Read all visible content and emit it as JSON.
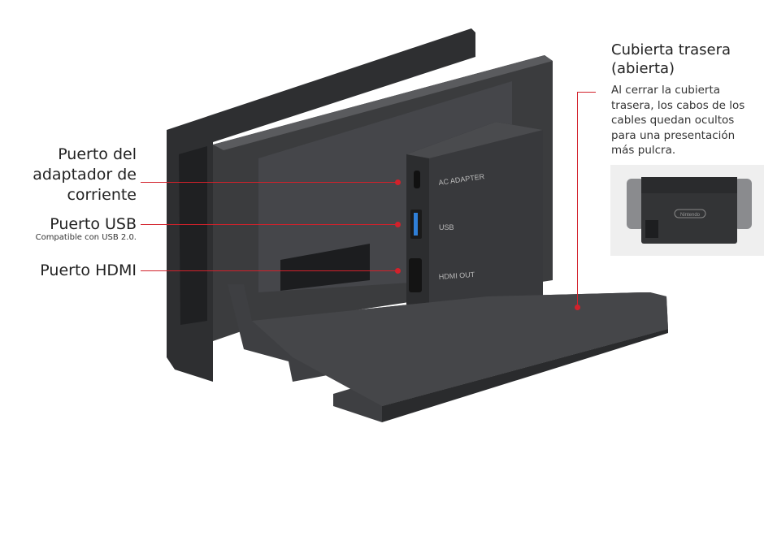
{
  "callouts": {
    "ac_adapter": {
      "lines": [
        "Puerto del",
        "adaptador de",
        "corriente"
      ]
    },
    "usb": {
      "label": "Puerto USB",
      "note": "Compatible con USB 2.0."
    },
    "hdmi": {
      "label": "Puerto HDMI"
    },
    "rear_cover": {
      "title_lines": [
        "Cubierta trasera",
        "(abierta)"
      ],
      "description_lines": [
        "Al cerrar la cubierta",
        "trasera, los cabos de los",
        "cables quedan ocultos",
        "para una presentación",
        "más pulcra."
      ],
      "thumbnail_logo": "Nintendo"
    }
  },
  "dock_port_labels": {
    "ac": "AC ADAPTER",
    "usb": "USB",
    "hdmi": "HDMI OUT"
  },
  "colors": {
    "accent": "#d2212b",
    "dock": "#3a3b3d"
  }
}
